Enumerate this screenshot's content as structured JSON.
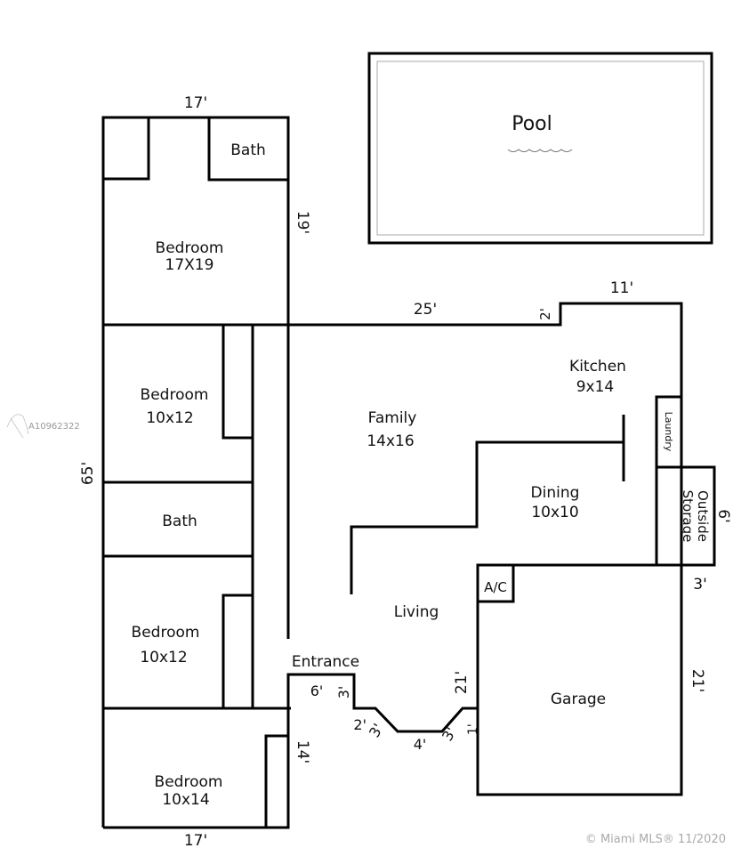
{
  "pool": {
    "label": "Pool"
  },
  "rooms": {
    "master_bath": "Bath",
    "master_bedroom": "Bedroom",
    "master_bedroom_size": "17X19",
    "bedroom2": "Bedroom",
    "bedroom2_size": "10x12",
    "hall_bath": "Bath",
    "bedroom3": "Bedroom",
    "bedroom3_size": "10x12",
    "bedroom4": "Bedroom",
    "bedroom4_size": "10x14",
    "family": "Family",
    "family_size": "14x16",
    "kitchen": "Kitchen",
    "kitchen_size": "9x14",
    "laundry": "Laundry",
    "outside_storage_1": "Outside",
    "outside_storage_2": "Storage",
    "dining": "Dining",
    "dining_size": "10x10",
    "ac": "A/C",
    "living": "Living",
    "entrance": "Entrance",
    "garage": "Garage"
  },
  "dimensions": {
    "top_width": "17'",
    "master_depth": "19'",
    "rear_wall": "25'",
    "kitchen_step": "2'",
    "kitchen_width": "11'",
    "overall_depth": "65'",
    "storage_depth": "6'",
    "garage_offset": "3'",
    "garage_right": "21'",
    "garage_left": "21'",
    "entrance_a": "6'",
    "entrance_b": "3'",
    "entrance_c": "2'",
    "entrance_d": "3'",
    "entrance_e": "4'",
    "entrance_f": "3'",
    "entrance_g": "1'",
    "bedroom4_depth": "14'",
    "bottom_width": "17'"
  },
  "watermark": {
    "listing_id": "A10962322",
    "copyright": "© Miami MLS® 11/2020"
  }
}
